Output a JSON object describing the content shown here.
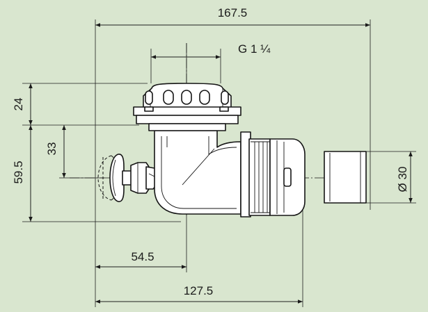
{
  "dimensions": {
    "overall_length": "167.5",
    "thread": "G 1 ¼",
    "nut_height": "24",
    "axis_offset": "33",
    "total_height": "59.5",
    "pipe_diameter": "Ø 30",
    "axis_to_center": "54.5",
    "body_length": "127.5"
  },
  "colors": {
    "background": "#d9e6cf",
    "line": "#151515",
    "part_fill": "#ffffff"
  }
}
